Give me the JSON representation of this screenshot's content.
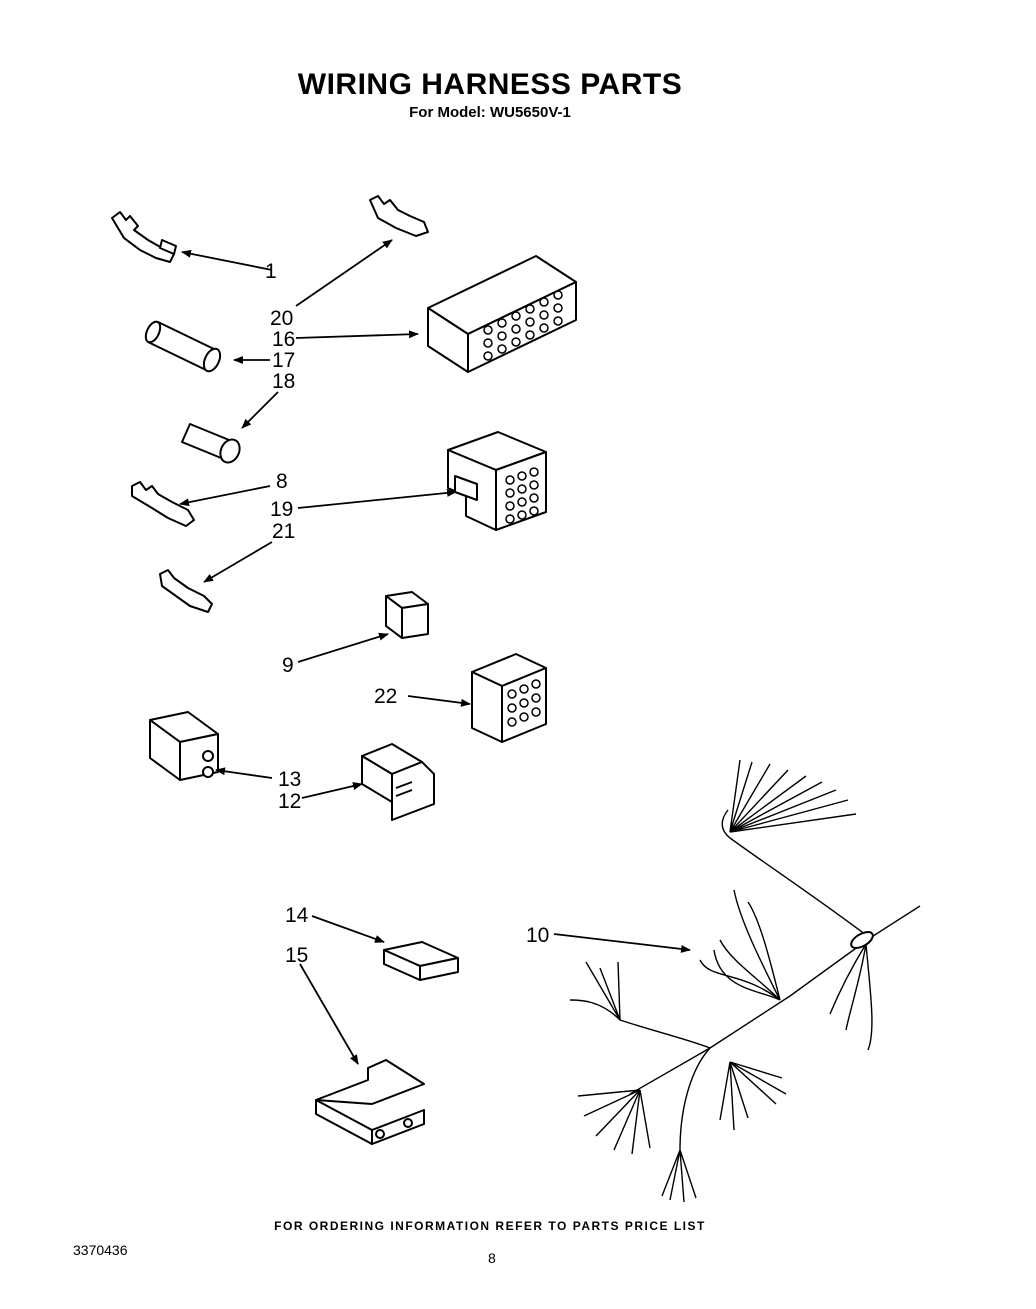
{
  "header": {
    "title": "WIRING HARNESS PARTS",
    "subtitle": "For Model: WU5650V-1"
  },
  "callouts": [
    "1",
    "20",
    "16",
    "17",
    "18",
    "8",
    "19",
    "21",
    "9",
    "22",
    "13",
    "12",
    "14",
    "15",
    "10"
  ],
  "footer": {
    "ordering_note": "FOR ORDERING INFORMATION REFER TO PARTS PRICE LIST",
    "document_number": "3370436",
    "page_number": "8"
  }
}
